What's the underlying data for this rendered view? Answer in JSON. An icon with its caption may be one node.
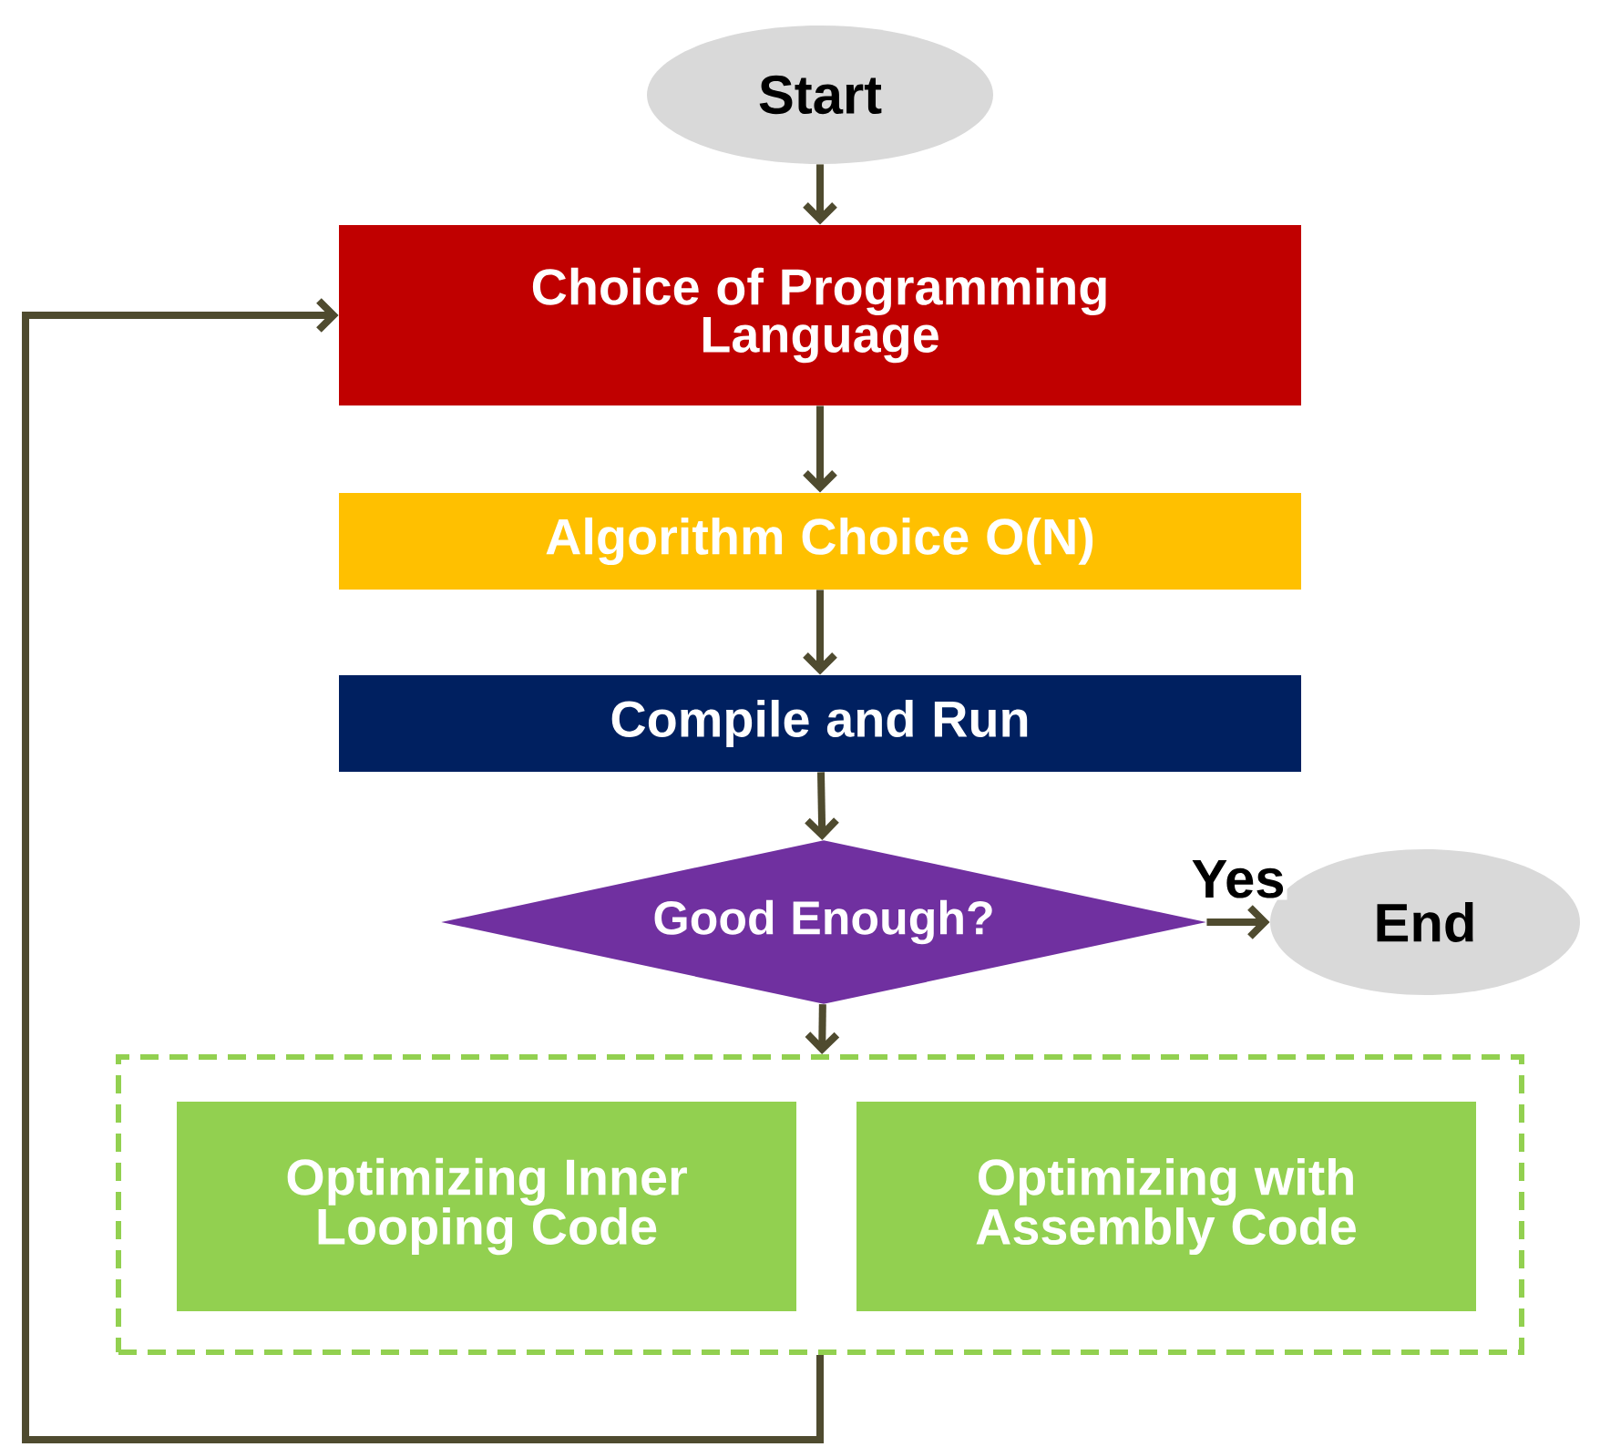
{
  "diagram": {
    "nodes": [
      {
        "text": [
          "Start"
        ]
      },
      {
        "text": [
          "Choice of Programming Language"
        ]
      },
      {
        "text": [
          "Algorithm Choice O(N)"
        ]
      },
      {
        "text": [
          "Compile and Run"
        ]
      },
      {
        "text": [
          "Good Enough?"
        ]
      },
      {
        "text": [
          "End"
        ]
      },
      {
        "text": [],
        "shape": "box"
      },
      {
        "text": [
          "Optimizing Inner Looping Code"
        ],
        "in": 6
      },
      {
        "text": [
          "Optimizing with Assembly Code"
        ],
        "in": 6
      }
    ],
    "edges": [
      {
        "from": 0,
        "to": 1,
        "arrow": "to"
      },
      {
        "from": 1,
        "to": 2,
        "arrow": "to"
      },
      {
        "from": 2,
        "to": 3,
        "arrow": "to"
      },
      {
        "from": 3,
        "to": 4,
        "arrow": "to"
      },
      {
        "from": 4,
        "to": 5,
        "arrow": "to",
        "label": "Yes"
      },
      {
        "from": 4,
        "to": 6,
        "arrow": "to"
      },
      {
        "from": 6,
        "to": 1,
        "arrow": "to"
      }
    ]
  }
}
